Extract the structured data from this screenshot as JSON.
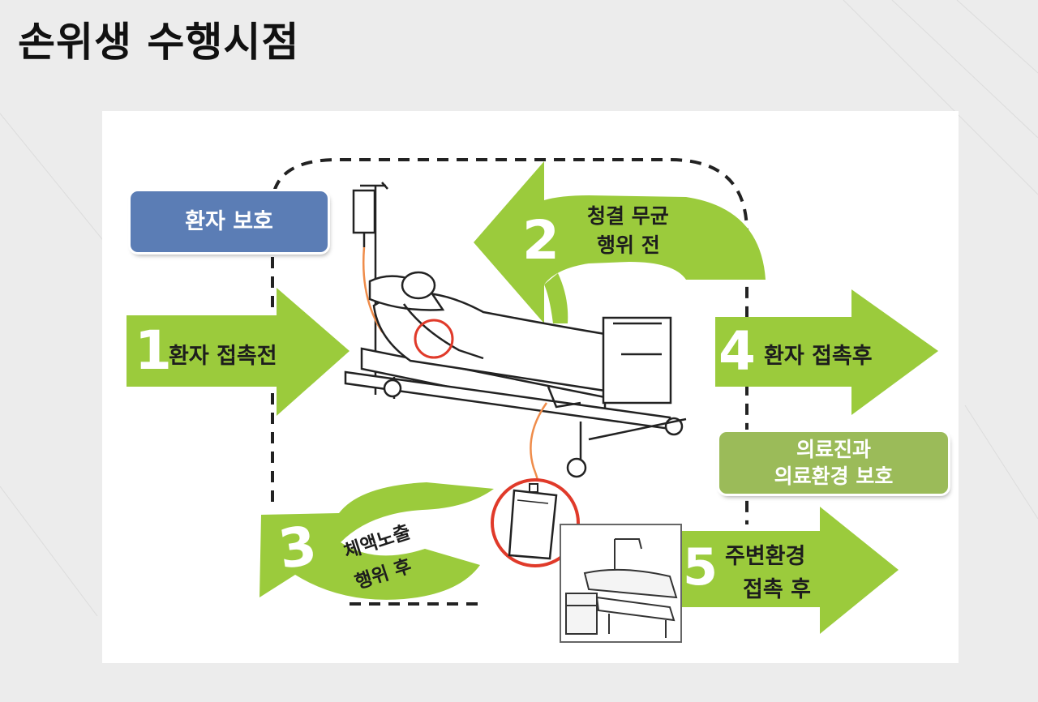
{
  "page": {
    "title": "손위생 수행시점"
  },
  "badges": {
    "patient_protection": "환자 보호",
    "staff_protection_line1": "의료진과",
    "staff_protection_line2": "의료환경 보호"
  },
  "moments": [
    {
      "number": "1",
      "label": "환자 접촉전"
    },
    {
      "number": "2",
      "label_line1": "청결 무균",
      "label_line2": "행위 전"
    },
    {
      "number": "3",
      "label_line1": "체액노출",
      "label_line2": "행위 후"
    },
    {
      "number": "4",
      "label": "환자 접촉후"
    },
    {
      "number": "5",
      "label_line1": "주변환경",
      "label_line2": "접촉 후"
    }
  ],
  "colors": {
    "arrow_green": "#9bcb3c",
    "badge_blue": "#5b7db5",
    "badge_green": "#9bbb59",
    "highlight_red": "#e03a2a",
    "tube_orange": "#ef8c4a",
    "dashed_zone": "#222222"
  },
  "icons": {
    "patient_bed": "hospital-bed-illustration",
    "urine_bag": "drainage-bag-illustration",
    "surroundings": "bedside-surroundings-illustration"
  }
}
